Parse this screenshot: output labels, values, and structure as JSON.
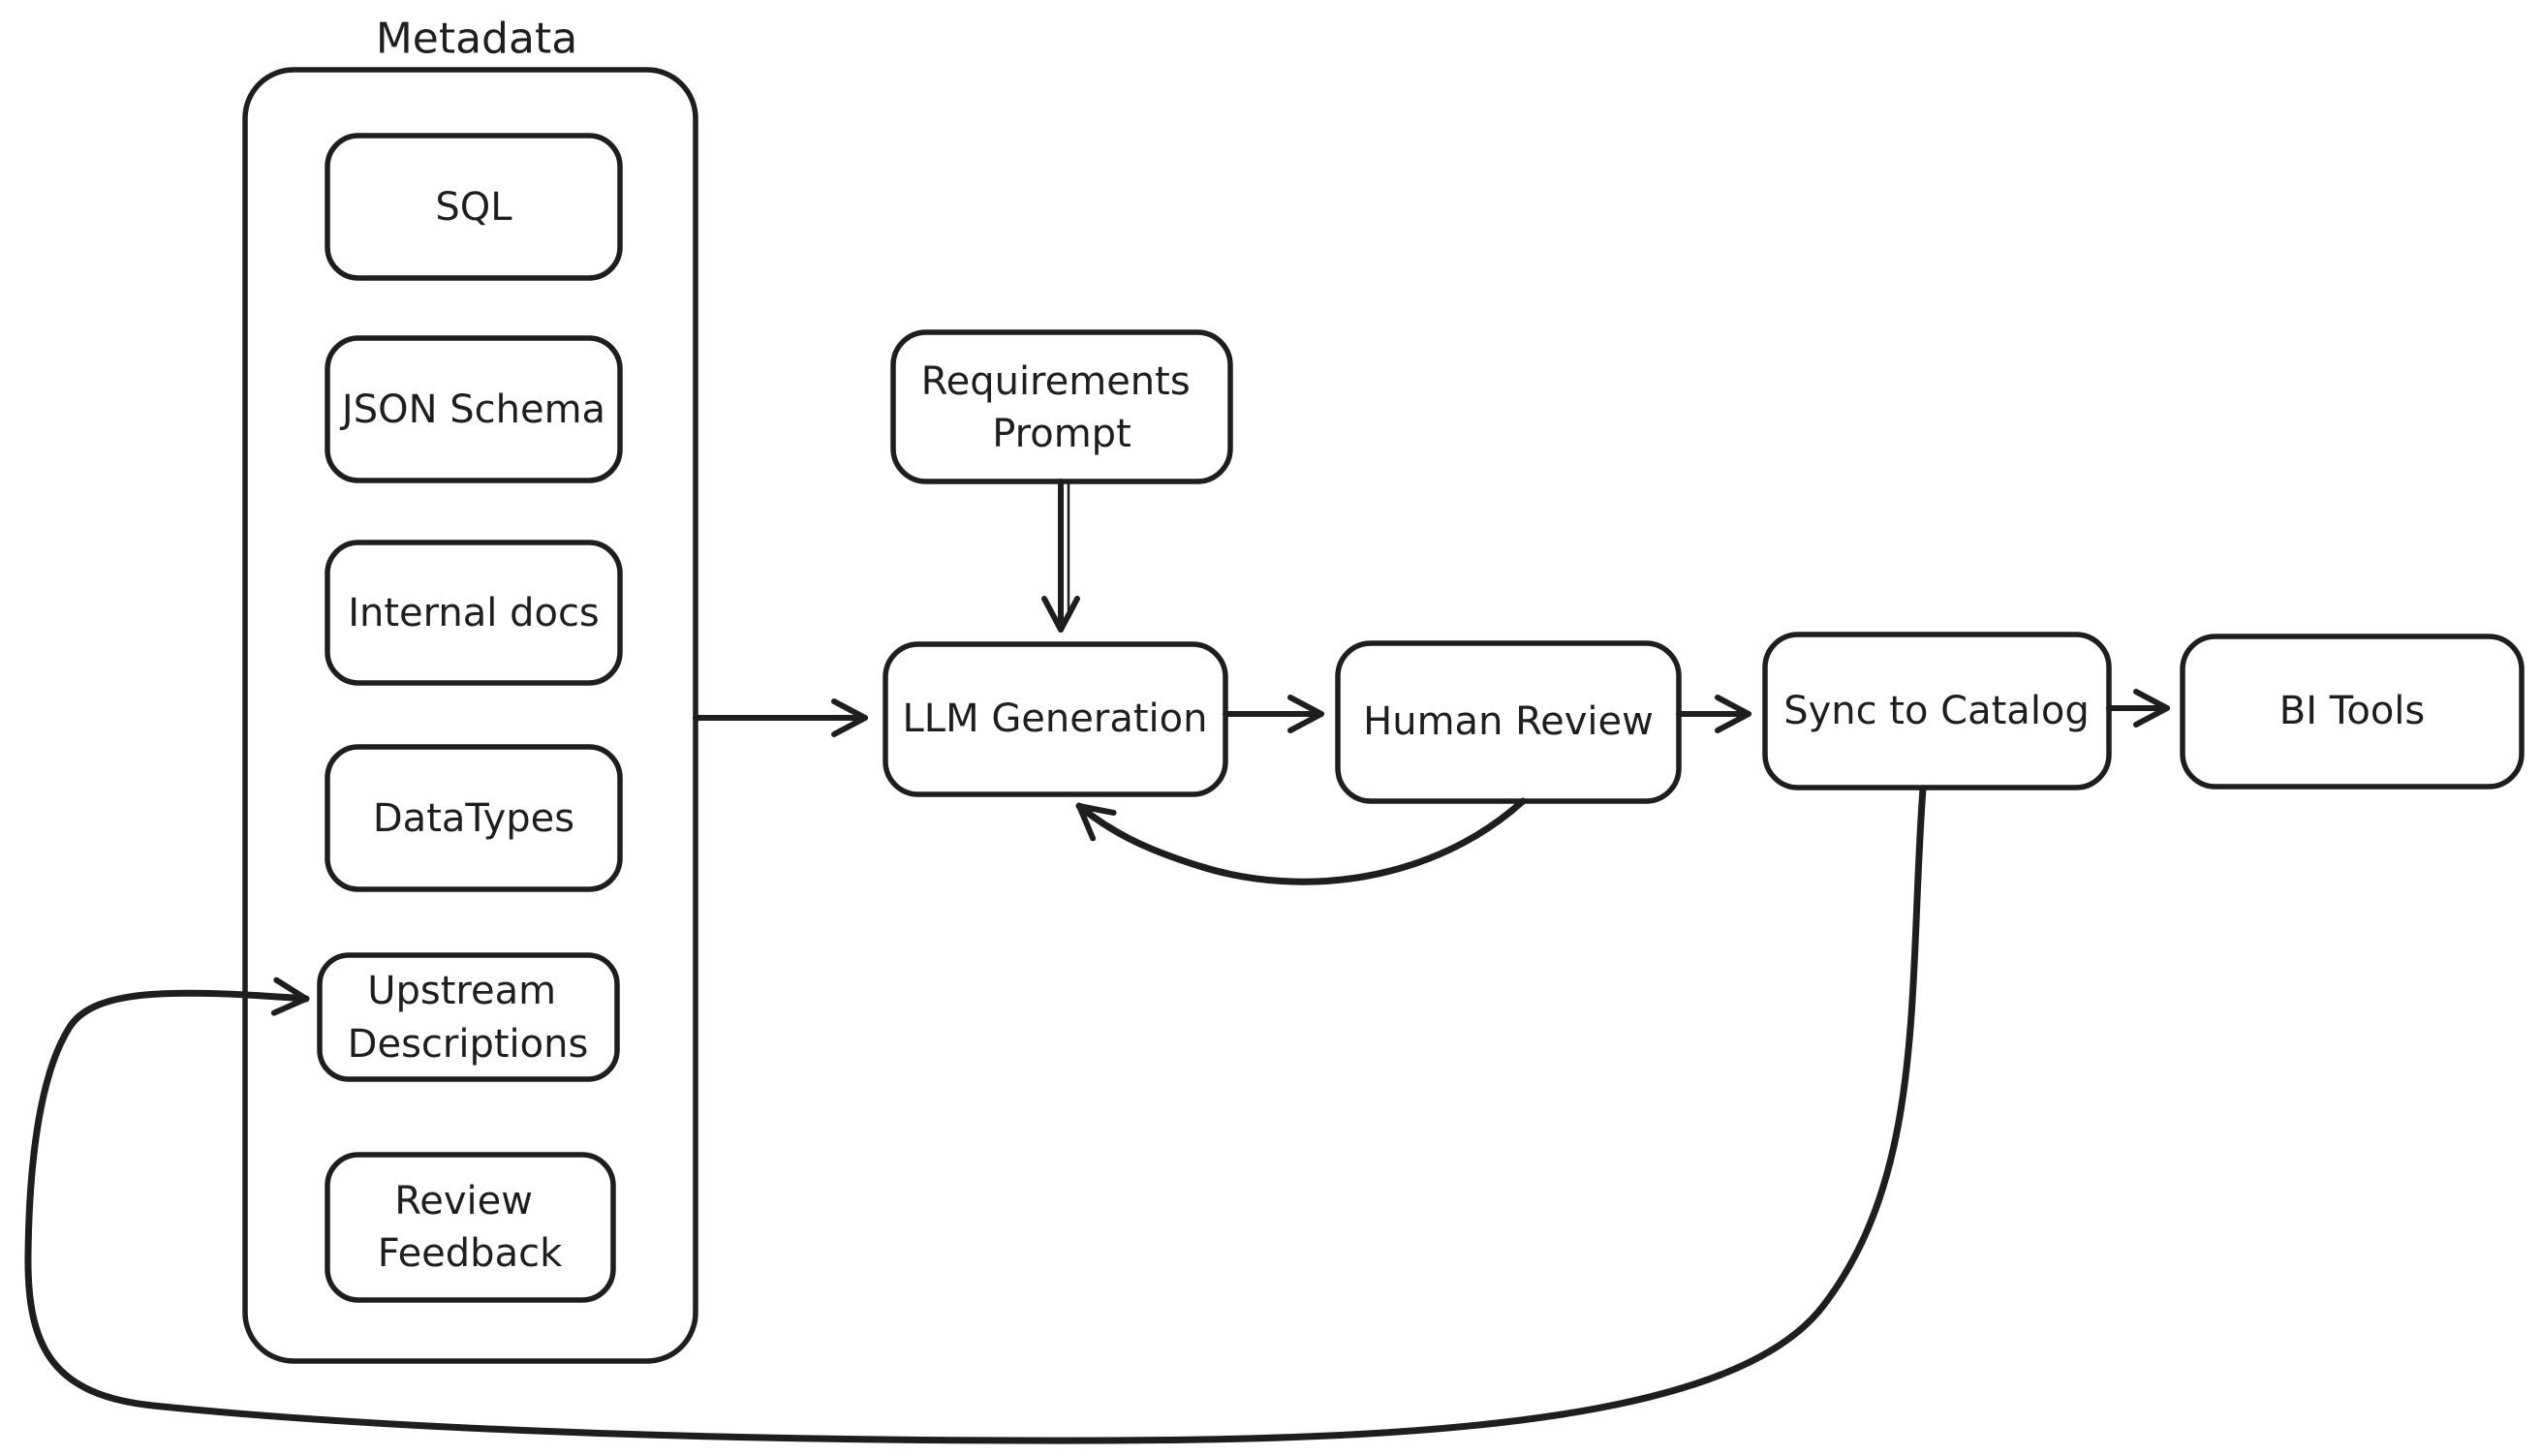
{
  "diagram": {
    "type": "flowchart",
    "background": "#ffffff",
    "stroke_color": "#1e1e1e",
    "group": {
      "title": "Metadata",
      "items": [
        {
          "id": "sql",
          "lines": [
            "SQL"
          ]
        },
        {
          "id": "json-schema",
          "lines": [
            "JSON Schema"
          ]
        },
        {
          "id": "internal-docs",
          "lines": [
            "Internal docs"
          ]
        },
        {
          "id": "datatypes",
          "lines": [
            "DataTypes"
          ]
        },
        {
          "id": "upstream-descriptions",
          "lines": [
            "Upstream",
            "Descriptions"
          ]
        },
        {
          "id": "review-feedback",
          "lines": [
            "Review",
            "Feedback"
          ]
        }
      ]
    },
    "nodes": [
      {
        "id": "requirements-prompt",
        "lines": [
          "Requirements",
          "Prompt"
        ]
      },
      {
        "id": "llm-generation",
        "lines": [
          "LLM Generation"
        ]
      },
      {
        "id": "human-review",
        "lines": [
          "Human Review"
        ]
      },
      {
        "id": "sync-to-catalog",
        "lines": [
          "Sync to Catalog"
        ]
      },
      {
        "id": "bi-tools",
        "lines": [
          "BI Tools"
        ]
      }
    ],
    "edges": [
      {
        "from": "Metadata",
        "to": "LLM Generation",
        "style": "straight-arrow"
      },
      {
        "from": "Requirements Prompt",
        "to": "LLM Generation",
        "style": "straight-arrow"
      },
      {
        "from": "LLM Generation",
        "to": "Human Review",
        "style": "straight-arrow"
      },
      {
        "from": "Human Review",
        "to": "Sync to Catalog",
        "style": "straight-arrow"
      },
      {
        "from": "Sync to Catalog",
        "to": "BI Tools",
        "style": "straight-arrow"
      },
      {
        "from": "Human Review",
        "to": "LLM Generation",
        "style": "curved-feedback-arrow"
      },
      {
        "from": "Sync to Catalog",
        "to": "Upstream Descriptions",
        "style": "long-loop-arrow"
      }
    ]
  }
}
